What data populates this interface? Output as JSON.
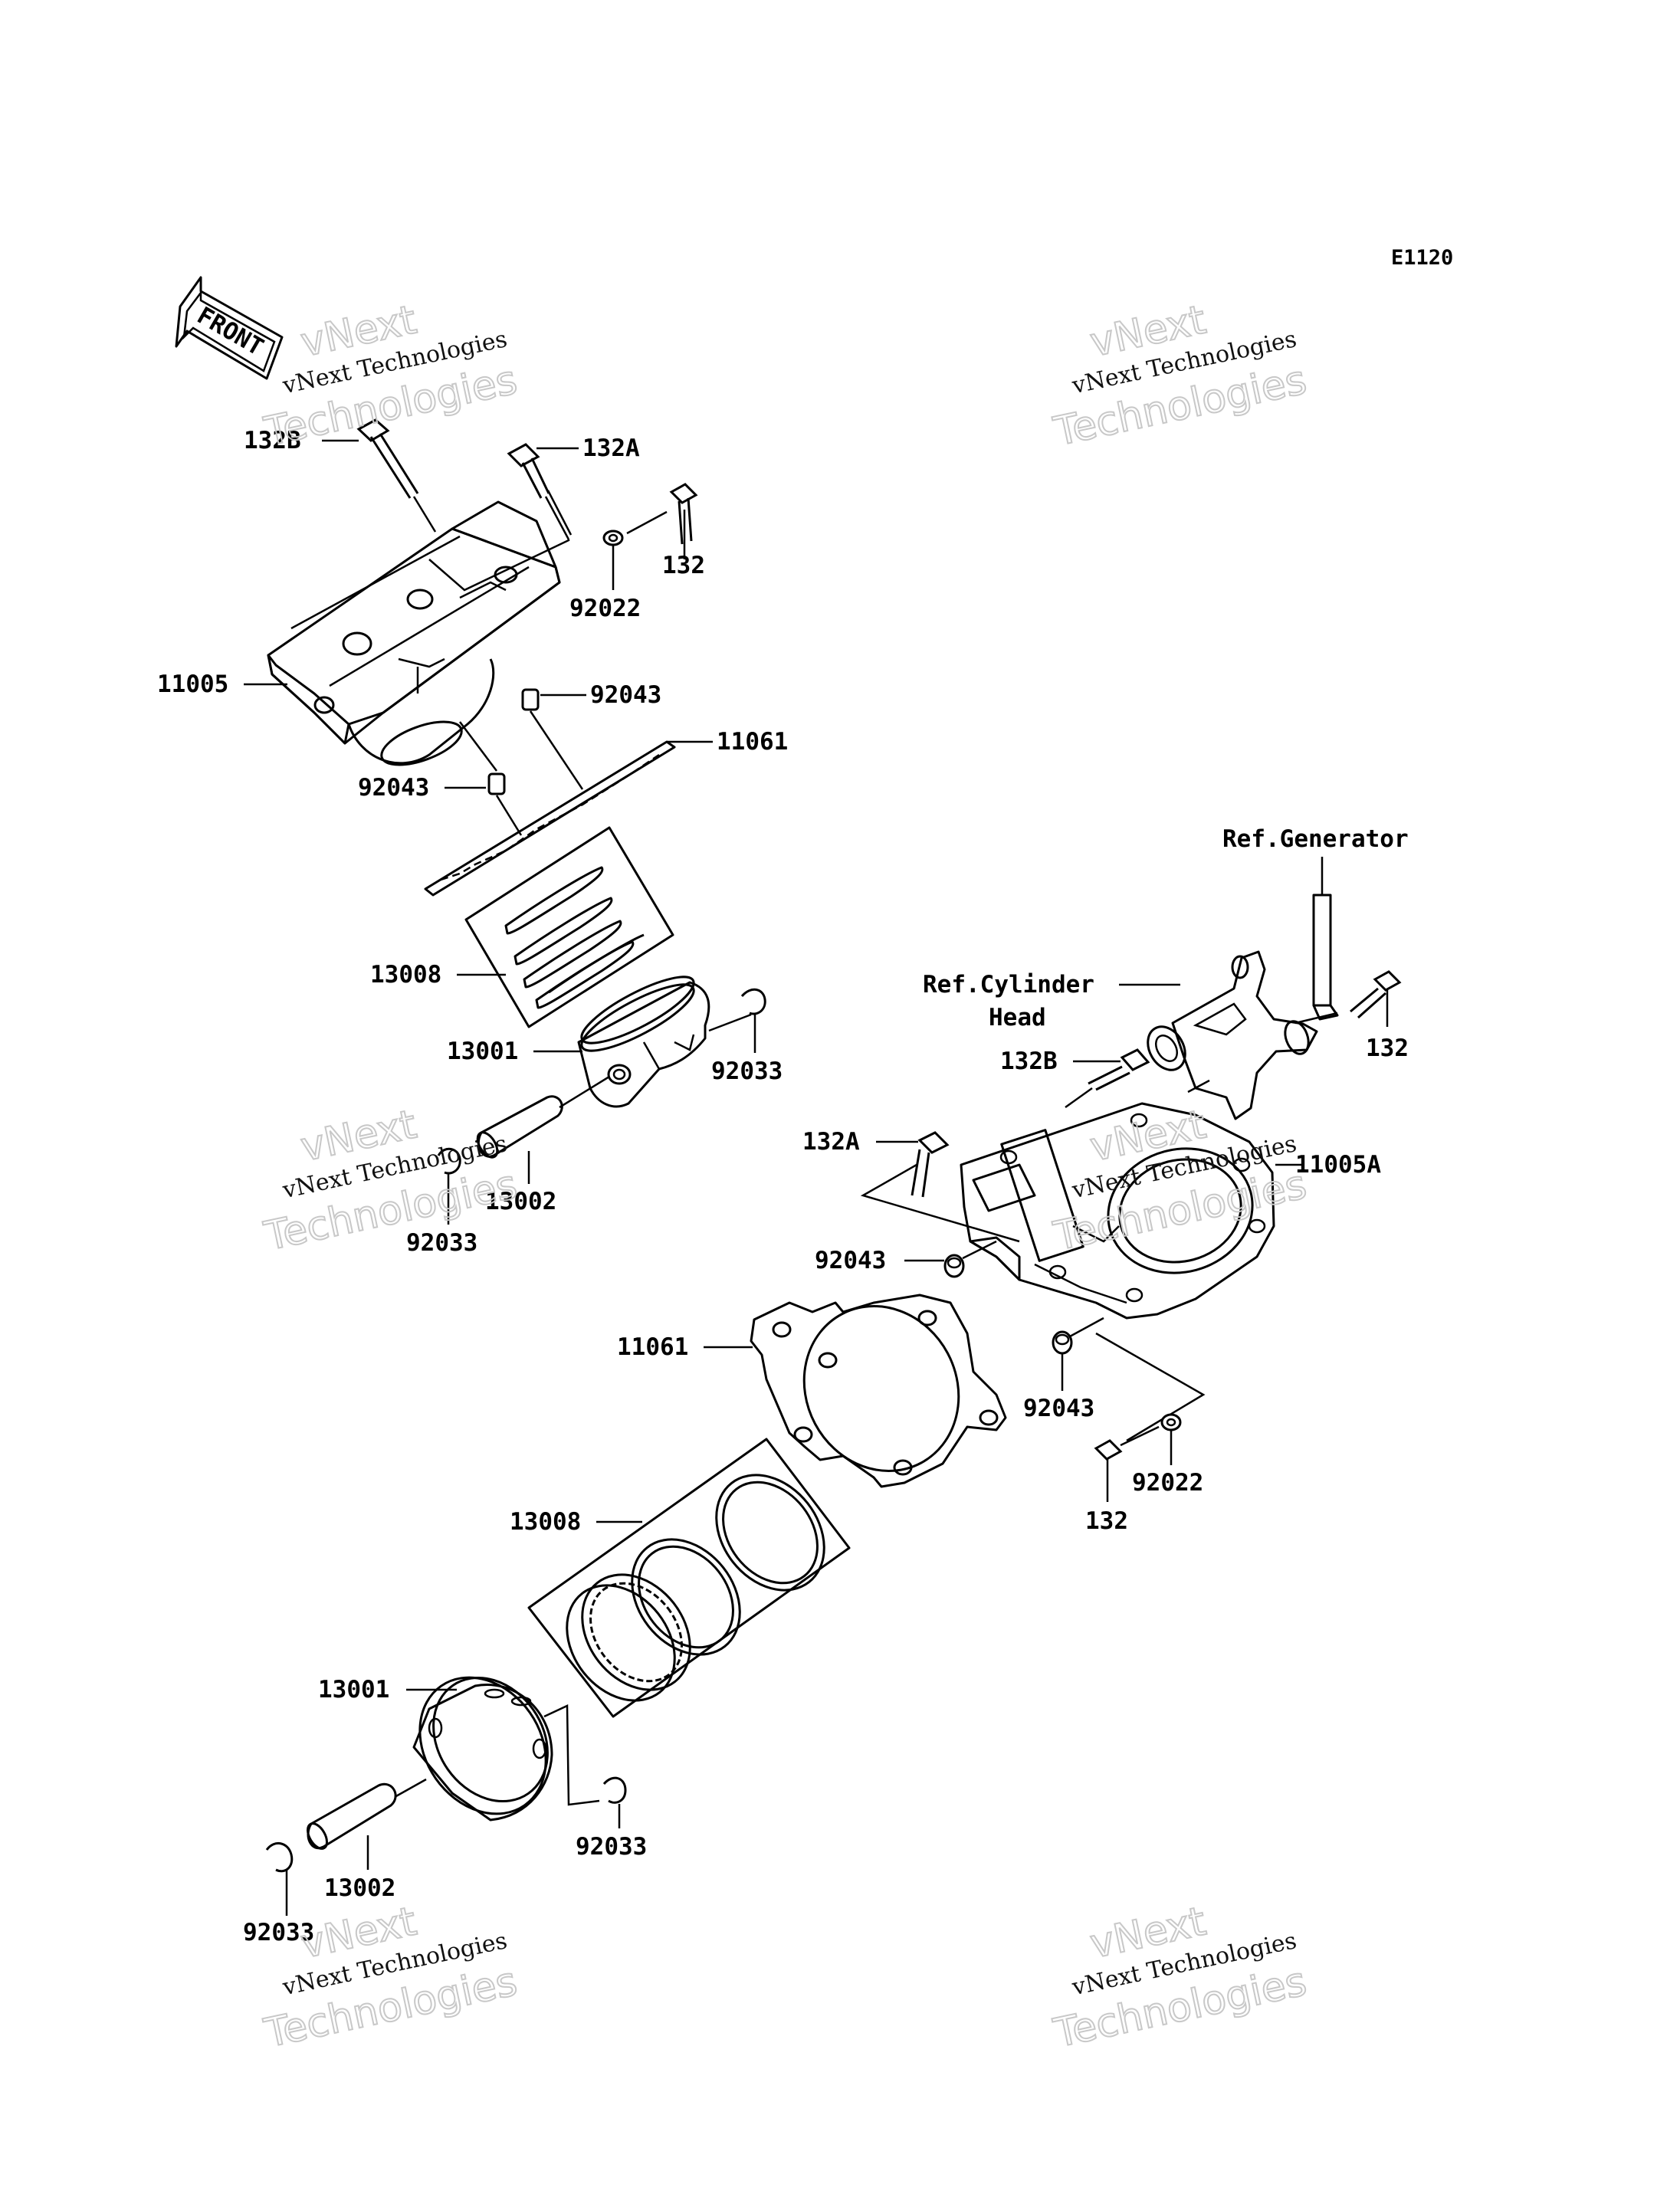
{
  "diagram_code": "E1120",
  "front_arrow_text": "FRONT",
  "watermark": {
    "line1": "vNext",
    "line2": "vNext Technologies",
    "line3": "Technologies"
  },
  "labels": {
    "upper_132B": "132B",
    "upper_132A": "132A",
    "upper_132": "132",
    "upper_92022": "92022",
    "upper_11005": "11005",
    "upper_92043_a": "92043",
    "upper_11061": "11061",
    "upper_92043_b": "92043",
    "upper_13008": "13008",
    "upper_13001": "13001",
    "upper_92033_a": "92033",
    "upper_13002": "13002",
    "upper_92033_b": "92033",
    "ref_generator": "Ref.Generator",
    "ref_cylinder_line1": "Ref.Cylinder",
    "ref_cylinder_line2": "Head",
    "lower_132_right": "132",
    "lower_132B": "132B",
    "lower_132A": "132A",
    "lower_11005A": "11005A",
    "lower_92043_a": "92043",
    "lower_11061": "11061",
    "lower_92043_b": "92043",
    "lower_92022": "92022",
    "lower_132": "132",
    "lower_13008": "13008",
    "lower_13001": "13001",
    "lower_92033_a": "92033",
    "lower_13002": "13002",
    "lower_92033_b": "92033"
  }
}
